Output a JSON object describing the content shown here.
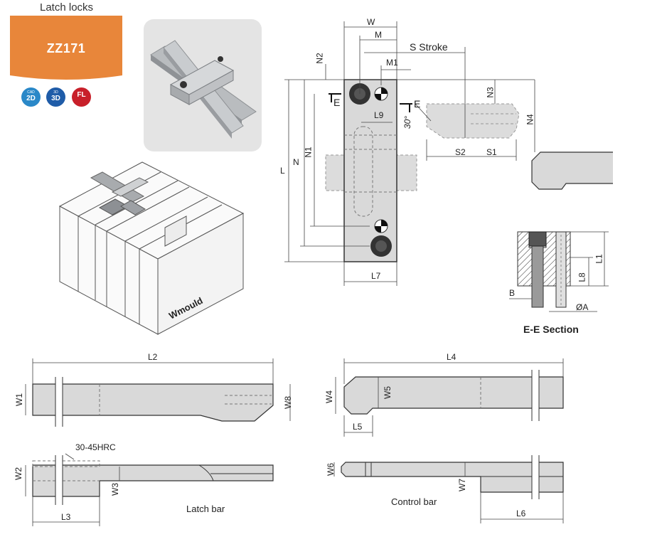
{
  "header": {
    "title": "Latch locks"
  },
  "product": {
    "code": "ZZ171",
    "badge_color": "#e8863a",
    "icons": [
      {
        "small": "CAD",
        "big": "2D",
        "color": "#2a88c8",
        "icon": "cad-2d-icon"
      },
      {
        "small": "3D",
        "big": "3D",
        "color": "#1f5ca8",
        "icon": "3d-model-icon"
      },
      {
        "small": "",
        "big": "FL",
        "color": "#c8202a",
        "icon": "fl-icon"
      }
    ]
  },
  "brand": "Wmould",
  "top_view": {
    "labels": {
      "w": "W",
      "m": "M",
      "stroke": "S Stroke",
      "m1": "M1",
      "n2": "N2",
      "n3": "N3",
      "n4": "N4",
      "e_left": "E",
      "e_right": "E",
      "l9": "L9",
      "angle": "30°",
      "l": "L",
      "n": "N",
      "n1": "N1",
      "s2": "S2",
      "s1": "S1",
      "l7": "L7"
    }
  },
  "section": {
    "title": "E-E Section",
    "labels": {
      "l1": "L1",
      "l8": "L8",
      "b": "B",
      "a": "ØA"
    }
  },
  "latch_bar": {
    "name": "Latch bar",
    "hardness": "30-45HRC",
    "labels": {
      "l2": "L2",
      "w1": "W1",
      "w8": "W8",
      "w2": "W2",
      "w3": "W3",
      "l3": "L3"
    }
  },
  "control_bar": {
    "name": "Control bar",
    "labels": {
      "l4": "L4",
      "w4": "W4",
      "w5": "W5",
      "l5": "L5",
      "w6": "W6",
      "w7": "W7",
      "l6": "L6"
    }
  }
}
